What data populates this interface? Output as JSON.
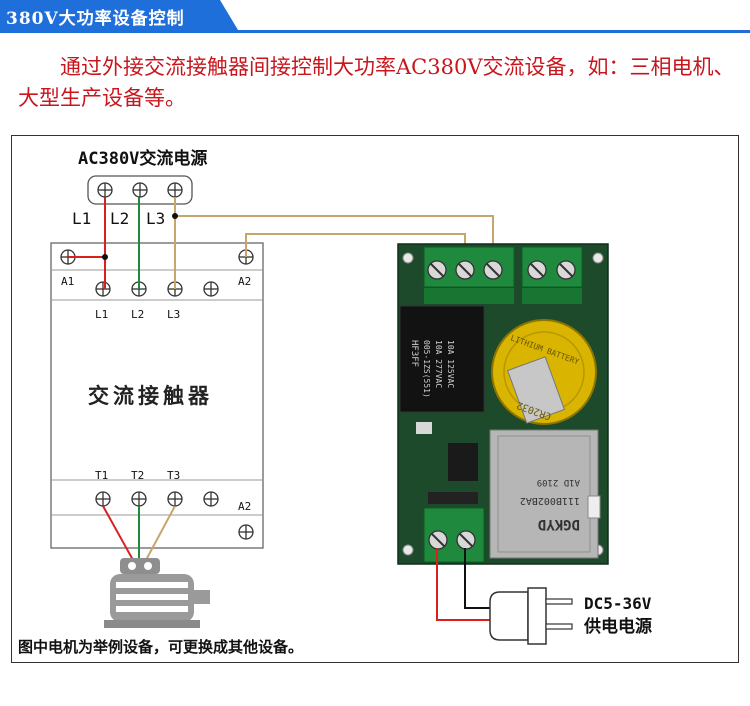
{
  "banner": {
    "title": "380V大功率设备控制"
  },
  "intro": {
    "text": "通过外接交流接触器间接控制大功率AC380V交流设备，如：三相电机、大型生产设备等。"
  },
  "source": {
    "label": "AC380V交流电源",
    "phases": [
      "L1",
      "L2",
      "L3"
    ]
  },
  "contactor": {
    "title": "交流接触器",
    "coil_top": "A1",
    "coil_top_right": "A2",
    "inputs": [
      "L1",
      "L2",
      "L3"
    ],
    "outputs": [
      "T1",
      "T2",
      "T3"
    ],
    "coil_bottom": "A2"
  },
  "relay": {
    "relay_lines": [
      "HF3FF",
      "005-1ZS(551)",
      "10A 277VAC",
      "10A 125VAC"
    ],
    "battery_lines": [
      "LITHIUM BATTERY",
      "CR2032"
    ],
    "module_lines": [
      "DGKYD",
      "111B002BA2",
      "A1D  2109"
    ]
  },
  "power": {
    "voltage": "DC5-36V",
    "label": "供电电源"
  },
  "caption": "图中电机为举例设备，可更换成其他设备。",
  "colors": {
    "accent": "#1e6fd9",
    "red_wire": "#d9201f",
    "green_wire": "#1e8a3a",
    "tan_wire": "#c8a56a",
    "pcb": "#1d4a2b",
    "terminal": "#1f8a3e"
  }
}
